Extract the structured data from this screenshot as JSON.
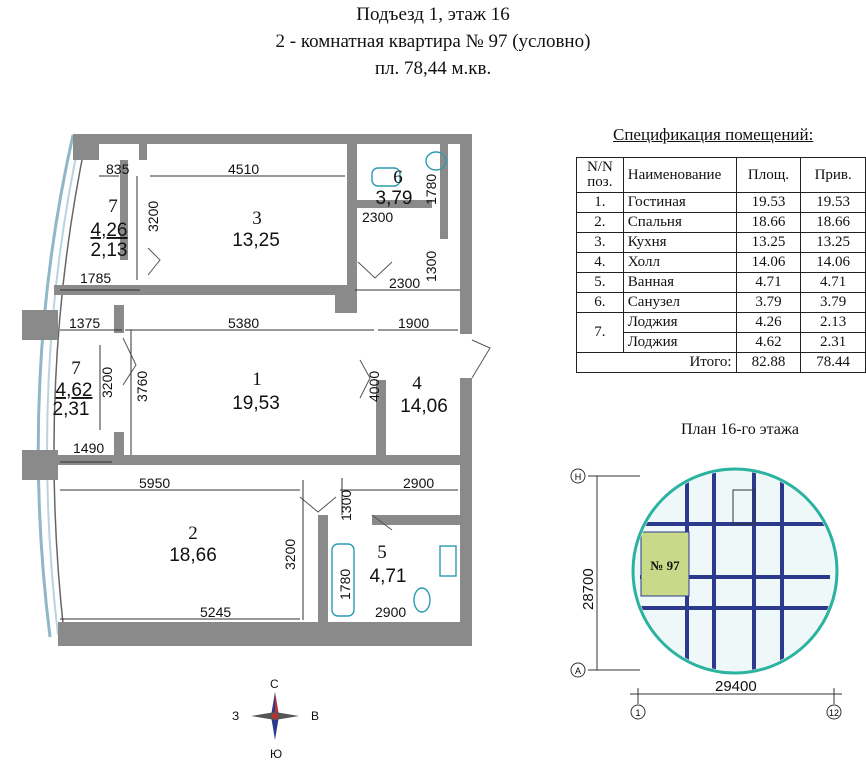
{
  "header": {
    "line1": "Подъезд 1, этаж 16",
    "line2": "2 - комнатная квартира № 97 (условно)",
    "line3": "пл. 78,44 м.кв."
  },
  "rooms": [
    {
      "num": "7",
      "area": "4,26",
      "reduced": "2,13"
    },
    {
      "num": "3",
      "area": "13,25"
    },
    {
      "num": "6",
      "area": "3,79"
    },
    {
      "num": "7",
      "area": "4,62",
      "reduced": "2,31"
    },
    {
      "num": "1",
      "area": "19,53"
    },
    {
      "num": "4",
      "area": "14,06"
    },
    {
      "num": "2",
      "area": "18,66"
    },
    {
      "num": "5",
      "area": "4,71"
    }
  ],
  "dims": {
    "d835": "835",
    "d4510": "4510",
    "d3200a": "3200",
    "d1780a": "1780",
    "d2300a": "2300",
    "d1785": "1785",
    "d2300b": "2300",
    "d1300a": "1300",
    "d1375": "1375",
    "d5380": "5380",
    "d1900": "1900",
    "d3200b": "3200",
    "d3760": "3760",
    "d4000": "4000",
    "d1490": "1490",
    "d5950": "5950",
    "d2900a": "2900",
    "d1300b": "1300",
    "d3200c": "3200",
    "d1780b": "1780",
    "d5245": "5245",
    "d2900b": "2900"
  },
  "spec": {
    "title": "Спецификация помещений:",
    "headers": {
      "num": "N/N поз.",
      "name": "Наименование",
      "area": "Площ.",
      "reduced": "Прив."
    },
    "rows": [
      {
        "num": "1.",
        "name": "Гостиная",
        "area": "19.53",
        "reduced": "19.53"
      },
      {
        "num": "2.",
        "name": "Спальня",
        "area": "18.66",
        "reduced": "18.66"
      },
      {
        "num": "3.",
        "name": "Кухня",
        "area": "13.25",
        "reduced": "13.25"
      },
      {
        "num": "4.",
        "name": "Холл",
        "area": "14.06",
        "reduced": "14.06"
      },
      {
        "num": "5.",
        "name": "Ванная",
        "area": "4.71",
        "reduced": "4.71"
      },
      {
        "num": "6.",
        "name": "Санузел",
        "area": "3.79",
        "reduced": "3.79"
      },
      {
        "num": "7.",
        "name": "Лоджия",
        "area": "4.26",
        "reduced": "2.13"
      },
      {
        "num": "",
        "name": "Лоджия",
        "area": "4.62",
        "reduced": "2.31"
      }
    ],
    "total": {
      "label": "Итого:",
      "area": "82.88",
      "reduced": "78.44"
    }
  },
  "floor_plan": {
    "title": "План 16-го этажа",
    "apt_label": "№ 97",
    "dim_vertical": "28700",
    "dim_horizontal": "29400",
    "axis_top": "Н",
    "axis_bottom": "А",
    "axis_left": "1",
    "axis_right": "12"
  },
  "compass": {
    "north": "С",
    "south": "Ю",
    "west": "З",
    "east": "В"
  },
  "colors": {
    "walls": "#8a8a8a",
    "apartment_fill": "#c8d98a",
    "floor_lines": "#2b3a8c",
    "floor_accent": "#2bb3a0"
  }
}
